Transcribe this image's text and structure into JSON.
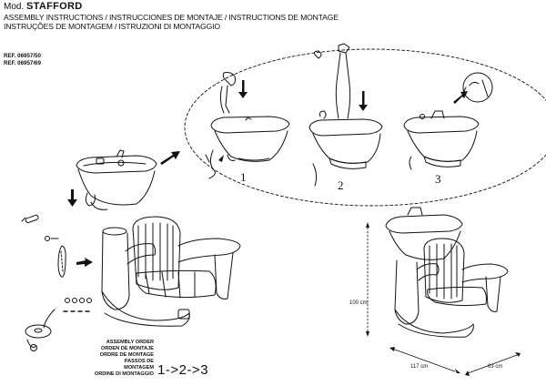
{
  "header": {
    "model_prefix": "Mod.",
    "model_name": "STAFFORD",
    "line1": "ASSEMBLY INSTRUCTIONS  /  INSTRUCCIONES DE MONTAJE  / INSTRUCTIONS DE MONTAGE",
    "line2": "INSTRUÇÕES DE MONTAGEM / ISTRUZIONI DI MONTAGGIO"
  },
  "refs": [
    "REF. 06957/50",
    "REF. 06957/69"
  ],
  "steps": [
    "1",
    "2",
    "3"
  ],
  "assembly_order": {
    "labels": [
      "ASSEMBLY ORDER",
      "ORDEN DE MONTAJE",
      "ORDRE DE MONTAGE",
      "PASSOS DE MONTAGEM",
      "ORDINE DI MONTAGGIO"
    ],
    "sequence": "1->2->3"
  },
  "dimensions": {
    "height": "100 cm",
    "width": "117 cm",
    "depth": "63 cm"
  }
}
